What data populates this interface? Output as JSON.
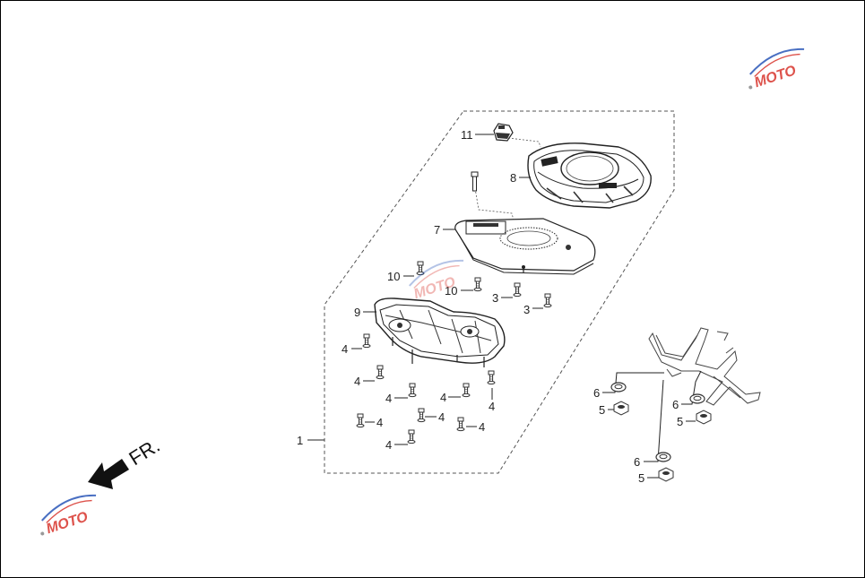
{
  "diagram": {
    "direction_label": "FR.",
    "callouts": [
      {
        "id": "c1",
        "text": "1"
      },
      {
        "id": "c3a",
        "text": "3"
      },
      {
        "id": "c3b",
        "text": "3"
      },
      {
        "id": "c4a",
        "text": "4"
      },
      {
        "id": "c4b",
        "text": "4"
      },
      {
        "id": "c4c",
        "text": "4"
      },
      {
        "id": "c4d",
        "text": "4"
      },
      {
        "id": "c4e",
        "text": "4"
      },
      {
        "id": "c4f",
        "text": "4"
      },
      {
        "id": "c4g",
        "text": "4"
      },
      {
        "id": "c4h",
        "text": "4"
      },
      {
        "id": "c4i",
        "text": "4"
      },
      {
        "id": "c5a",
        "text": "5"
      },
      {
        "id": "c5b",
        "text": "5"
      },
      {
        "id": "c5c",
        "text": "5"
      },
      {
        "id": "c6a",
        "text": "6"
      },
      {
        "id": "c6b",
        "text": "6"
      },
      {
        "id": "c6c",
        "text": "6"
      },
      {
        "id": "c7",
        "text": "7"
      },
      {
        "id": "c8",
        "text": "8"
      },
      {
        "id": "c9",
        "text": "9"
      },
      {
        "id": "c10a",
        "text": "10"
      },
      {
        "id": "c10b",
        "text": "10"
      },
      {
        "id": "c11",
        "text": "11"
      }
    ]
  },
  "watermark": {
    "logo_text": "MOTO",
    "icon": "moto-logo-icon",
    "brand_colors": {
      "red": "#d8342c",
      "blue": "#2a56b8"
    }
  },
  "colors": {
    "line": "#333333",
    "dash": "#555555",
    "frame": "#000000"
  }
}
